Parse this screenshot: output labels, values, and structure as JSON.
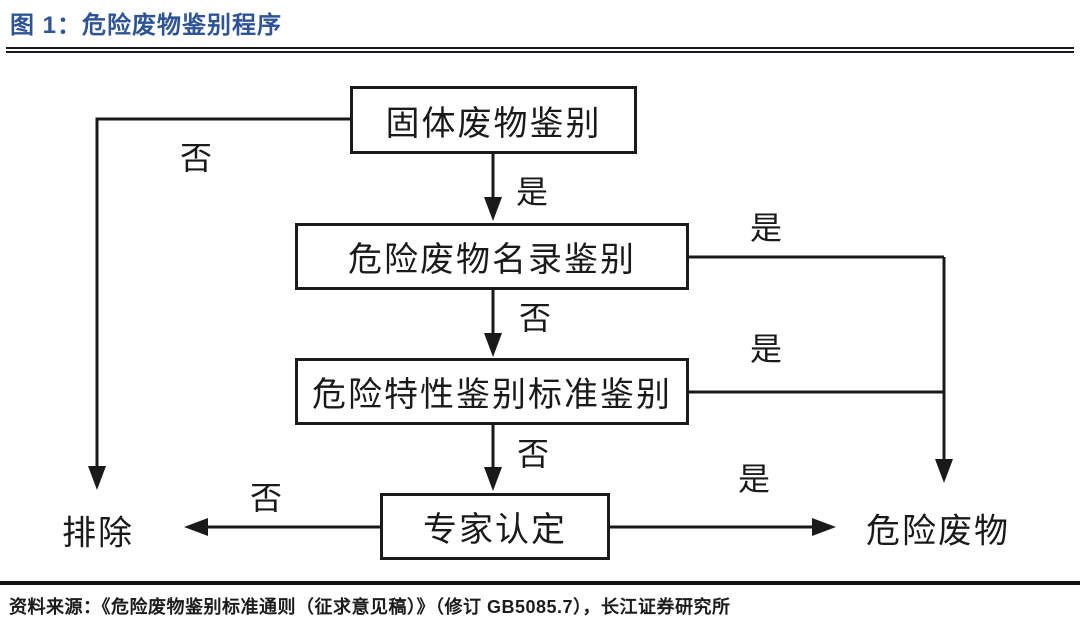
{
  "header": {
    "title": "图 1：危险废物鉴别程序",
    "accent_color": "#2f5496"
  },
  "flow": {
    "line_color": "#1a1a1a",
    "nodes": [
      {
        "id": "solid-waste-identification",
        "label": "固体废物鉴别"
      },
      {
        "id": "catalog-identification",
        "label": "危险废物名录鉴别"
      },
      {
        "id": "characteristic-standard-identification",
        "label": "危险特性鉴别标准鉴别"
      },
      {
        "id": "expert-determination",
        "label": "专家认定"
      }
    ],
    "terminals": {
      "exclude": "排除",
      "hazardous": "危险废物"
    },
    "edges": [
      {
        "from": "固体废物鉴别",
        "to": "危险废物名录鉴别",
        "label": "是"
      },
      {
        "from": "固体废物鉴别",
        "to": "排除",
        "label": "否"
      },
      {
        "from": "危险废物名录鉴别",
        "to": "危险废物",
        "label": "是"
      },
      {
        "from": "危险废物名录鉴别",
        "to": "危险特性鉴别标准鉴别",
        "label": "否"
      },
      {
        "from": "危险特性鉴别标准鉴别",
        "to": "危险废物",
        "label": "是"
      },
      {
        "from": "危险特性鉴别标准鉴别",
        "to": "专家认定",
        "label": "否"
      },
      {
        "from": "专家认定",
        "to": "危险废物",
        "label": "是"
      },
      {
        "from": "专家认定",
        "to": "排除",
        "label": "否"
      }
    ]
  },
  "footer": {
    "source": "资料来源：《危险废物鉴别标准通则（征求意见稿）》（修订 GB5085.7），长江证券研究所"
  }
}
